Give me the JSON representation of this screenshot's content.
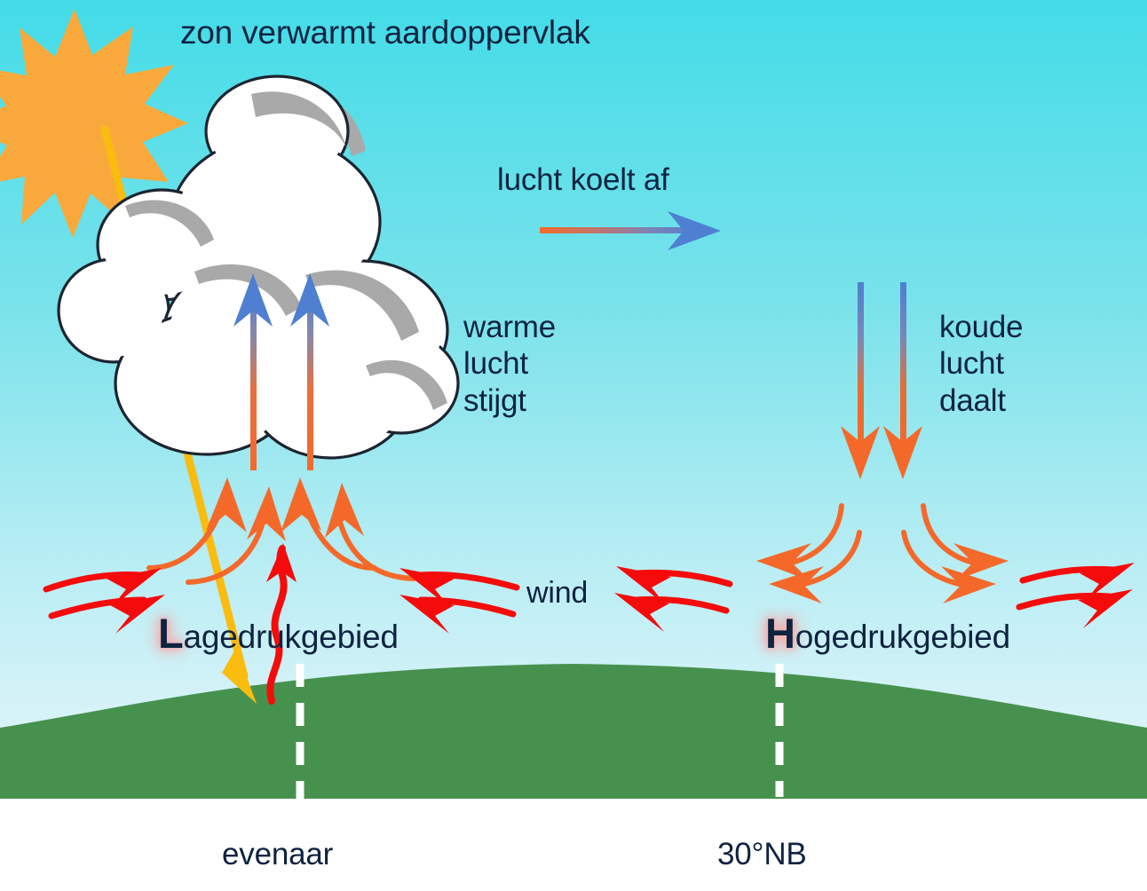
{
  "diagram": {
    "title": "zon verwarmt aardoppervlak",
    "labels": {
      "cooling": "lucht koelt af",
      "warm_air_rises": "warme\nlucht\nstijgt",
      "cold_air_sinks": "koude\nlucht\ndaalt",
      "wind": "wind",
      "low_pressure_initial": "L",
      "low_pressure_rest": "agedrukgebied",
      "high_pressure_initial": "H",
      "high_pressure_rest": "ogedrukgebied",
      "equator": "evenaar",
      "latitude_30": "30°NB"
    },
    "colors": {
      "sky_top": "#43dce8",
      "sky_bottom": "#e7f6fa",
      "ground_green": "#47914e",
      "sun_orange": "#f9a93c",
      "sun_ray_yellow": "#f9bc0f",
      "text_navy": "#0e2340",
      "arrow_orange": "#f4692a",
      "arrow_red": "#f50b0b",
      "arrow_blue": "#4e7fd1",
      "cloud_white": "#ffffff",
      "cloud_outline": "#1b2430",
      "cloud_shadow": "#a9a9a9",
      "dashed_line": "#ffffff",
      "glow_pink": "#f4b3b3",
      "page_background": "#ffffff"
    },
    "icons": {
      "sun": "sun-starburst-icon",
      "sun_ray": "sun-ray-arrow-icon",
      "cloud": "cumulus-cloud-icon",
      "updraft": "updraft-arrow-icon",
      "downdraft": "downdraft-arrow-icon",
      "cooling_arrow": "cooling-transport-arrow-icon",
      "converging": "converging-surface-arrow-icon",
      "diverging": "diverging-surface-arrow-icon",
      "wind": "wind-arrow-icon",
      "thermal_squiggle": "thermal-squiggle-arrow-icon",
      "equator_marker": "dashed-equator-line-icon",
      "latitude_marker": "dashed-latitude-line-icon"
    }
  }
}
